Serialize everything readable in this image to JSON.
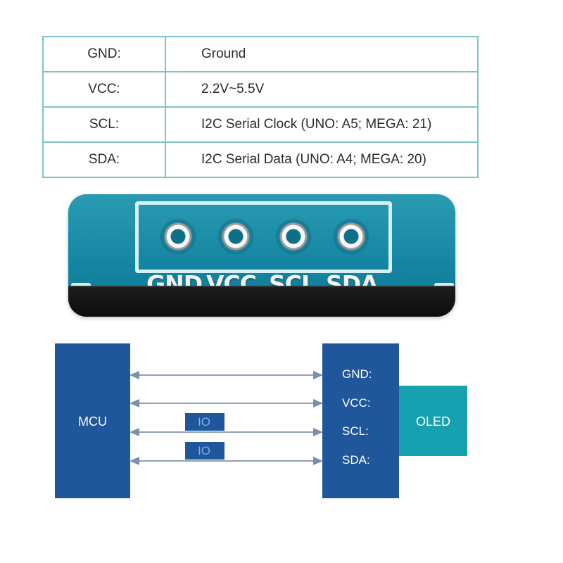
{
  "pin_table": {
    "rows": [
      {
        "pin": "GND:",
        "desc": "Ground"
      },
      {
        "pin": "VCC:",
        "desc": "2.2V~5.5V"
      },
      {
        "pin": "SCL:",
        "desc": "I2C Serial Clock (UNO: A5; MEGA: 21)"
      },
      {
        "pin": "SDA:",
        "desc": "I2C Serial Data (UNO: A4; MEGA: 20)"
      }
    ],
    "border_color": "#7cc3c9"
  },
  "board": {
    "pin_labels": [
      "GND",
      "VCC",
      "SCL",
      "SDA"
    ],
    "color": "#1587a3"
  },
  "wiring": {
    "mcu_label": "MCU",
    "oled_label": "OLED",
    "io_labels": [
      "IO",
      "IO"
    ],
    "side_pins": [
      "GND:",
      "VCC:",
      "SCL:",
      "SDA:"
    ],
    "block_color": "#1f569c",
    "oled_color": "#16a1b0"
  }
}
